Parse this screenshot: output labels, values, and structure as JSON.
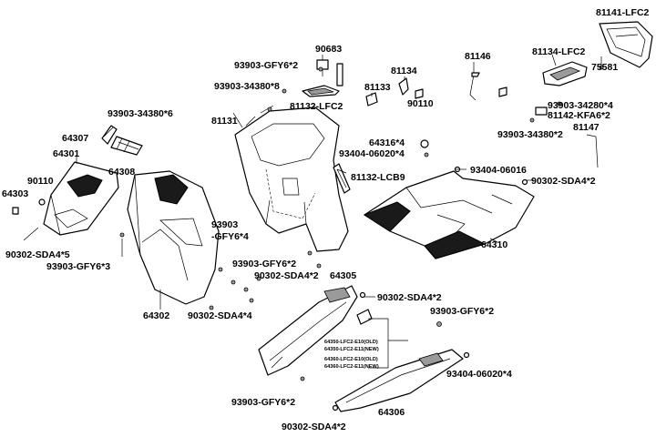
{
  "diagram": {
    "labels": {
      "l81141": "81141-LFC2",
      "l81134lfc2": "81134-LFC2",
      "l75581": "75581",
      "l81146": "81146",
      "l90683": "90683",
      "l93903gfy6x2_top": "93903-GFY6*2",
      "l93903_34380x8": "93903-34380*8",
      "l81134": "81134",
      "l81133": "81133",
      "l90110_top": "90110",
      "l81132lfc2": "81132-LFC2",
      "l93903_34280x4": "93903-34280*4",
      "l81142": "81142-KFA6*2",
      "l81147": "81147",
      "l93903_34380x2": "93903-34380*2",
      "l93903_34380x6": "93903-34380*6",
      "l81131": "81131",
      "l64316": "64316*4",
      "l93404_06020x4_top": "93404-06020*4",
      "l81132lcb9": "81132-LCB9",
      "l93404_06016": "93404-06016",
      "l90302sda4x2_right": "90302-SDA4*2",
      "l64307": "64307",
      "l64301": "64301",
      "l64308": "64308",
      "l90110_left": "90110",
      "l64303": "64303",
      "l90302sda4x5": "90302-SDA4*5",
      "l93903gfy6x3": "93903-GFY6*3",
      "l93903_a": "93903",
      "l93903_b": "-GFY6*4",
      "l64310": "64310",
      "l93903gfy6x2_mid": "93903-GFY6*2",
      "l90302sda4x2_mid": "90302-SDA4*2",
      "l64305": "64305",
      "l90302sda4x2_c": "90302-SDA4*2",
      "l93903gfy6x2_r": "93903-GFY6*2",
      "l64302": "64302",
      "l90302sda4x4": "90302-SDA4*4",
      "l93404_06020x4_bot": "93404-06020*4",
      "l93903gfy6x2_bot": "93903-GFY6*2",
      "l64306": "64306",
      "l90302sda4x2_bot": "90302-SDA4*2"
    },
    "variants": [
      "64350-LFC2-E10(OLD)",
      "64350-LFC2-E11(NEW)",
      "64360-LFC2-E10(OLD)",
      "64360-LFC2-E11(NEW)"
    ]
  }
}
